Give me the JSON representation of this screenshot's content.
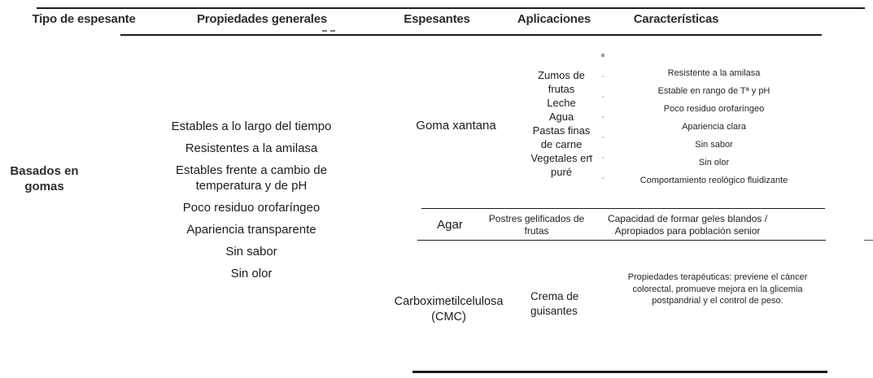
{
  "headers": [
    "Tipo de espesante",
    "Propiedades generales",
    "Espesantes",
    "Aplicaciones",
    "Características"
  ],
  "group": {
    "type_label": "Basados en gomas",
    "general_properties": [
      "Estables a lo largo del tiempo",
      "Resistentes a la amilasa",
      "Estables frente a cambio de temperatura y de pH",
      "Poco residuo orofaríngeo",
      "Apariencia transparente",
      "Sin sabor",
      "Sin olor"
    ],
    "thickeners": [
      {
        "name": "Goma xantana",
        "applications": [
          "Zumos de frutas",
          "Leche",
          "Agua",
          "Pastas finas de carne",
          "Vegetales en puré"
        ],
        "characteristics": [
          "Resistente a la amilasa",
          "Estable en rango de Tª y pH",
          "Poco residuo orofaríngeo",
          "Apariencia clara",
          "Sin sabor",
          "Sin olor",
          "Comportamiento reológico fluidizante"
        ]
      },
      {
        "name": "Agar",
        "applications": [
          "Postres gelificados de frutas"
        ],
        "characteristics": [
          "Capacidad de formar geles blandos / Apropiados para población senior"
        ]
      },
      {
        "name": "Carboximetilcelulosa (CMC)",
        "applications": [
          "Crema de guisantes"
        ],
        "characteristics": [
          "Propiedades terapéuticas: previene el cáncer colorectal, promueve mejora en la glicemia postpandrial y el control de peso."
        ]
      }
    ]
  },
  "colors": {
    "text": "#1c1c1c",
    "rule": "#1b1b1b",
    "background": "#ffffff"
  }
}
